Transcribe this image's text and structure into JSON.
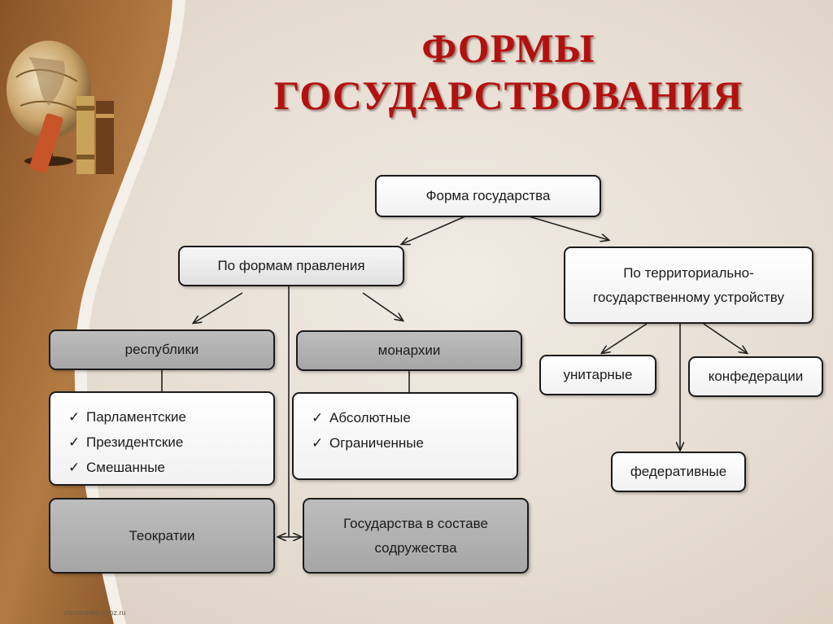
{
  "slide": {
    "title_line1": "ФОРМЫ",
    "title_line2": "ГОСУДАРСТВОВАНИЯ",
    "watermark": "elenaranko.ucoz.ru"
  },
  "nodes": {
    "root": "Форма государства",
    "by_government": "По формам правления",
    "by_territory_line1": "По территориально-",
    "by_territory_line2": "государственному устройству",
    "republics": "республики",
    "monarchies": "монархии",
    "republic_types": [
      "Парламентские",
      "Президентские",
      "Смешанные"
    ],
    "monarchy_types": [
      "Абсолютные",
      "Ограниченные"
    ],
    "theocracies": "Теократии",
    "commonwealth_line1": "Государства в составе",
    "commonwealth_line2": "содружества",
    "unitary": "унитарные",
    "confederations": "конфедерации",
    "federative": "федеративные"
  },
  "colors": {
    "title": "#b3110f",
    "box_gray": "#b0b0b0",
    "box_white": "#ffffff",
    "border": "#1b1b1b"
  },
  "check_symbol": "✓"
}
